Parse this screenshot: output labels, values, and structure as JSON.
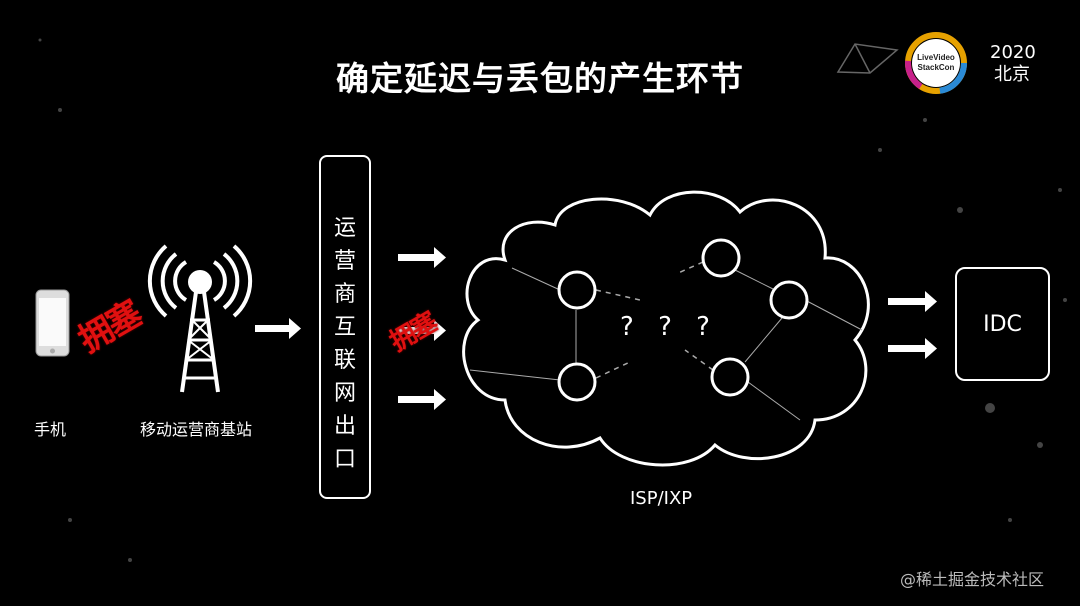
{
  "title": "确定延迟与丢包的产生环节",
  "brand": {
    "year": "2020",
    "city": "北京"
  },
  "phone": {
    "label": "手机",
    "icon": "smartphone-icon"
  },
  "tower": {
    "label": "移动运营商基站",
    "icon": "cell-tower-icon"
  },
  "block_stamp": "拥塞",
  "isp_exit": {
    "label": "运营商互联网出口"
  },
  "cloud": {
    "label": "ISP/IXP",
    "unknown": "? ? ?"
  },
  "idc": {
    "label": "IDC"
  },
  "watermark": "@稀土掘金技术社区",
  "colors": {
    "background": "#000000",
    "foreground": "#ffffff",
    "congestion": "#e01010"
  }
}
